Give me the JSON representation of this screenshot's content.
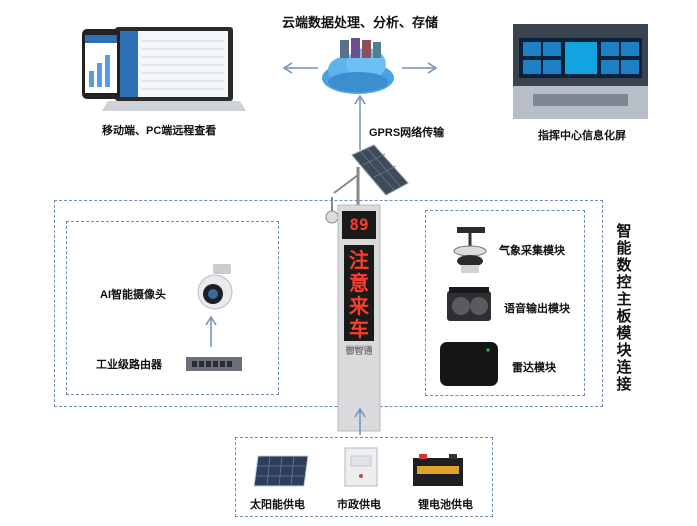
{
  "cloud": {
    "label": "云端数据处理、分析、存储"
  },
  "mobile_pc": {
    "label": "移动端、PC端远程查看"
  },
  "command_center": {
    "label": "指挥中心信息化屏"
  },
  "gprs": {
    "label": "GPRS网络传输"
  },
  "sign": {
    "number": "89",
    "text": "注意来车",
    "brand": "御智通"
  },
  "left_box": {
    "camera_label": "AI智能摄像头",
    "router_label": "工业级路由器"
  },
  "right_box": {
    "weather_label": "气象采集模块",
    "voice_label": "语音输出模块",
    "radar_label": "雷达模块"
  },
  "vertical_label": "智能数控主板模块连接",
  "power": {
    "solar_label": "太阳能供电",
    "grid_label": "市政供电",
    "battery_label": "锂电池供电"
  },
  "colors": {
    "arrow": "#6f8fb8",
    "led_red": "#ff3b2c",
    "dash": "#6f8fb8"
  }
}
